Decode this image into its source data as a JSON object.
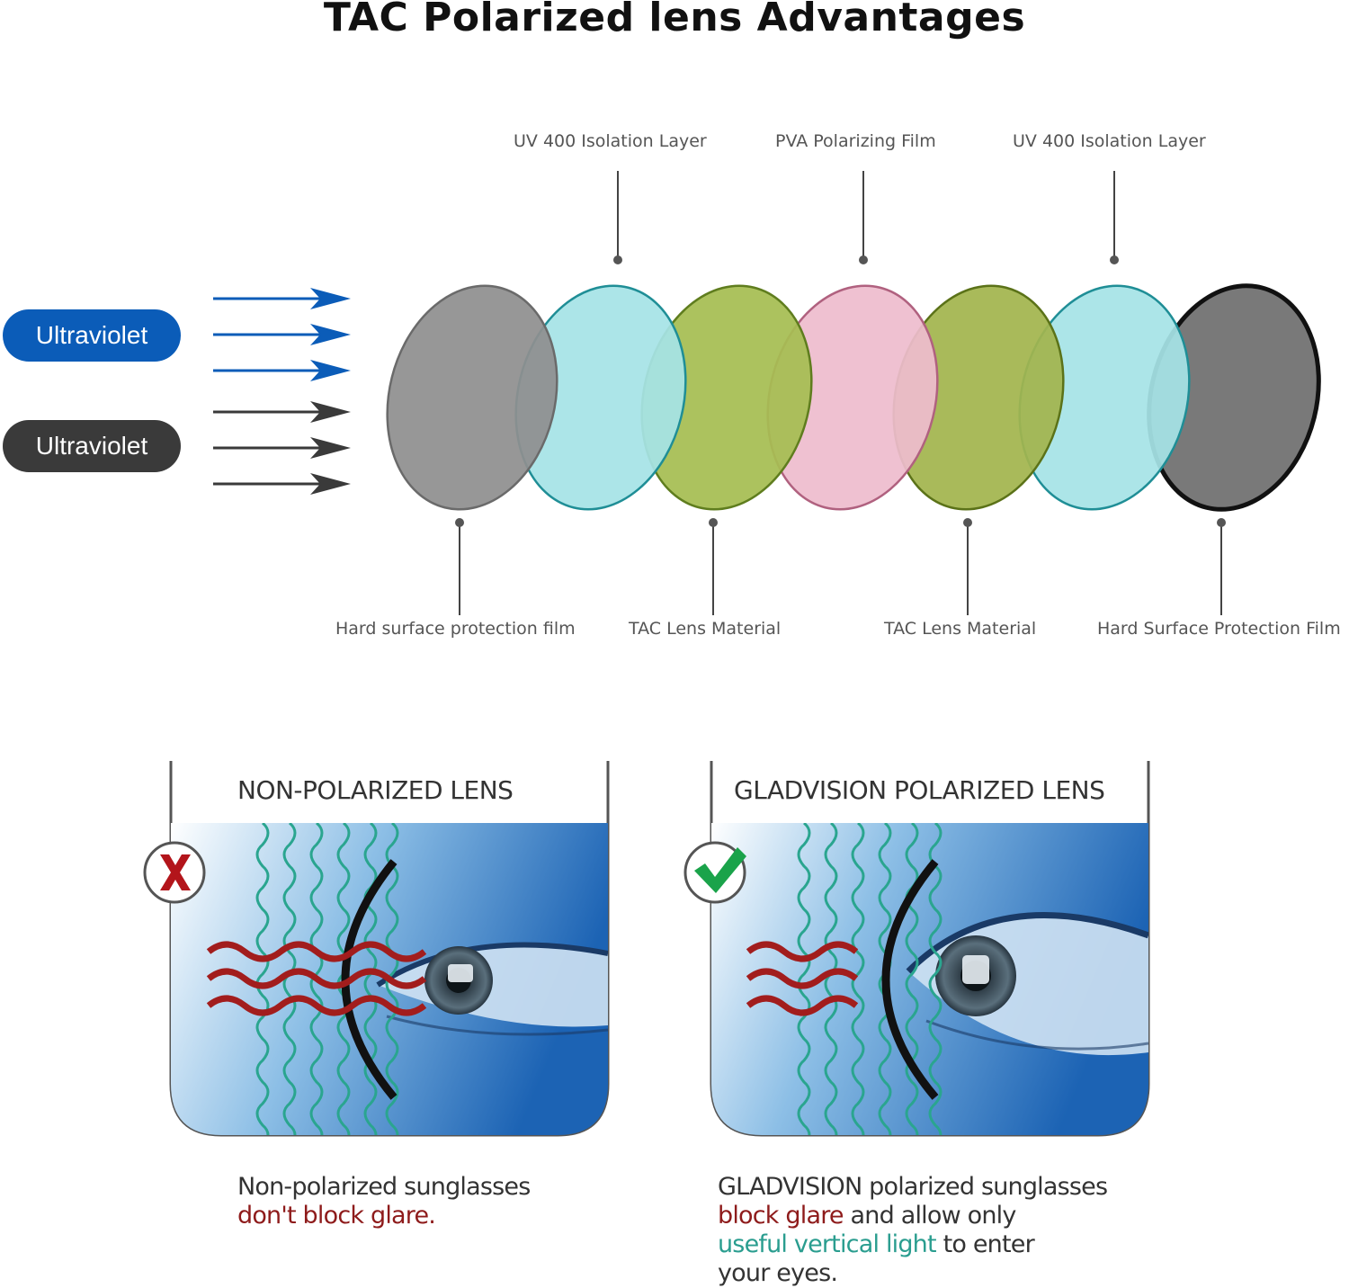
{
  "title": "TAC Polarized lens Advantages",
  "pills": [
    {
      "label": "Ultraviolet",
      "color": "#0b5cb8"
    },
    {
      "label": "Ultraviolet",
      "color": "#3a3a3a"
    }
  ],
  "top_labels": [
    "UV 400 Isolation Layer",
    "PVA Polarizing  Film",
    "UV 400 Isolation Layer"
  ],
  "bottom_labels": [
    "Hard surface protection film",
    "TAC Lens Material",
    "TAC Lens Material",
    "Hard Surface Protection Film"
  ],
  "layer_colors": [
    "#8f8f8f",
    "#a6e3e6",
    "#a6bd52",
    "#eebcce",
    "#a2b54e",
    "#a6e3e6",
    "#6f6f6f"
  ],
  "panels": [
    {
      "title": "NON-POLARIZED LENS",
      "status_icon": "x-mark-icon",
      "caption": {
        "line1": "Non-polarized sunglasses",
        "line2": "don't block glare."
      }
    },
    {
      "title": "GLADVISION POLARIZED LENS",
      "status_icon": "check-mark-icon",
      "caption": {
        "line1": "GLADVISION polarized sunglasses",
        "line2_red": "block glare",
        "line2_rest": " and allow only",
        "line3_teal": "useful vertical light",
        "line3_rest": " to enter",
        "line4": "your eyes."
      }
    }
  ],
  "colors": {
    "glare": "#a21d1d",
    "vertical_light": "#2aa58f",
    "blue_arrow": "#0b5cb8",
    "dark_arrow": "#3a3a3a"
  }
}
